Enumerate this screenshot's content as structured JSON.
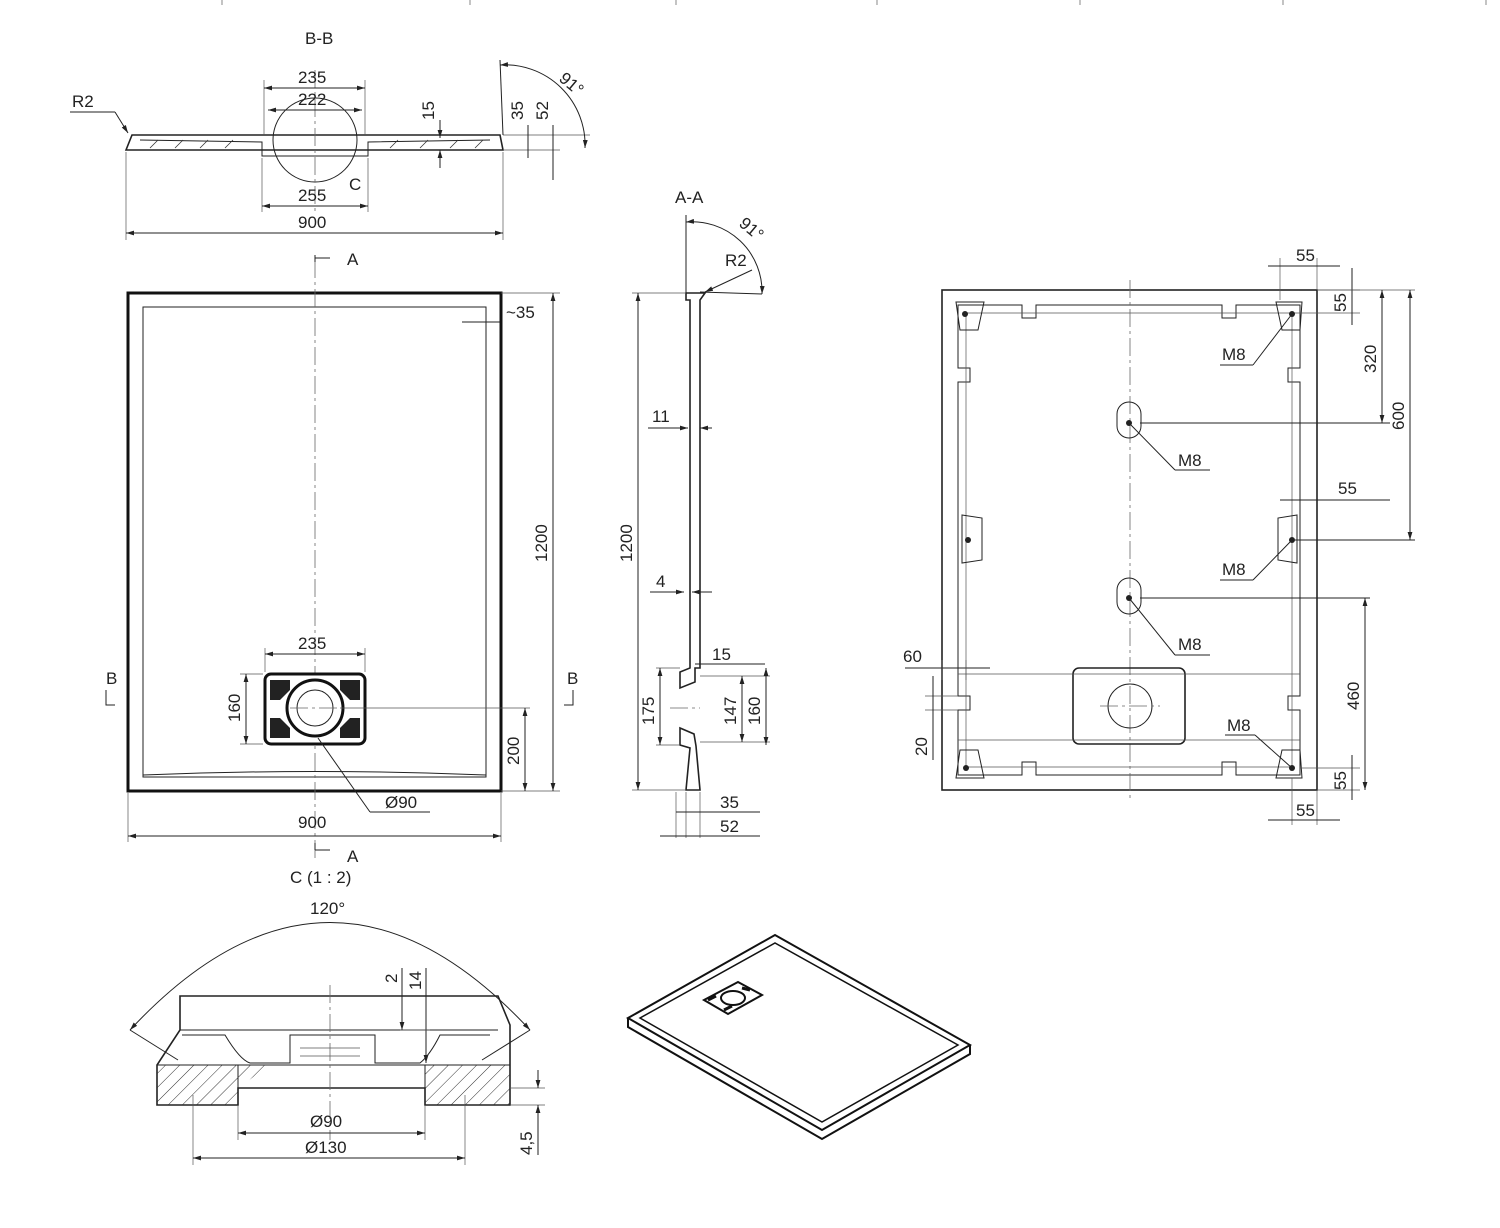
{
  "views": {
    "section_bb": {
      "title": "B-B",
      "radius": "R2",
      "dims": {
        "top_outer": "235",
        "top_inner": "222",
        "bottom": "255",
        "overall": "900",
        "thickness": "15",
        "edge_a": "35",
        "edge_b": "52",
        "detail_ref": "C",
        "angle": "91°"
      }
    },
    "plan_top": {
      "section_marker": "A",
      "section_marker_b": "B",
      "dims": {
        "rim": "~35",
        "height": "1200",
        "drain_width": "235",
        "drain_height": "160",
        "drain_offset": "200",
        "diameter": "Ø90",
        "width": "900"
      }
    },
    "section_aa": {
      "title": "A-A",
      "angle": "91°",
      "radius": "R2",
      "dims": {
        "height": "1200",
        "d11": "11",
        "d4": "4",
        "d15": "15",
        "d175": "175",
        "d147": "147",
        "d160": "160",
        "d35": "35",
        "d52": "52"
      }
    },
    "plan_bottom": {
      "dims": {
        "top_55": "55",
        "right_55": "55",
        "d320": "320",
        "d600": "600",
        "mid_55": "55",
        "d460": "460",
        "bottom_55": "55",
        "bottom_right_55": "55",
        "d60": "60",
        "d20": "20"
      },
      "threads": [
        "M8",
        "M8",
        "M8",
        "M8",
        "M8"
      ]
    },
    "detail_c": {
      "title": "C  (1 : 2)",
      "angle": "120°",
      "dims": {
        "d2": "2",
        "d14": "14",
        "d90": "Ø90",
        "d130": "Ø130",
        "d45": "4,5"
      }
    }
  }
}
